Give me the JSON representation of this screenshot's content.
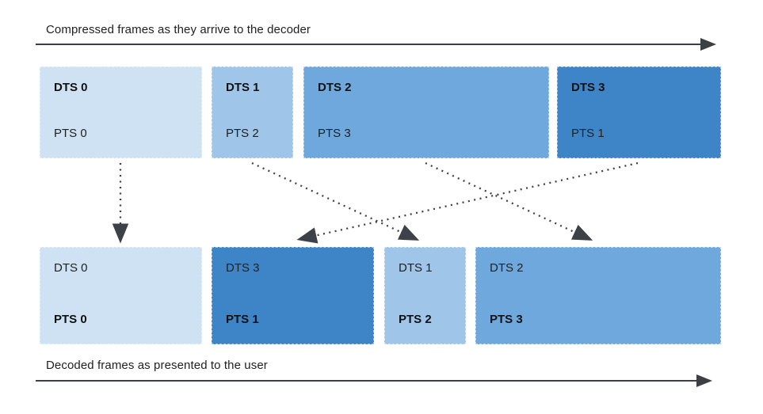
{
  "top_row": {
    "axis_label": "Compressed frames as they arrive to the decoder",
    "frames": [
      {
        "dts": "DTS 0",
        "pts": "PTS 0",
        "color": "#cfe2f3"
      },
      {
        "dts": "DTS 1",
        "pts": "PTS 2",
        "color": "#9fc5e8"
      },
      {
        "dts": "DTS 2",
        "pts": "PTS 3",
        "color": "#6fa8dc"
      },
      {
        "dts": "DTS 3",
        "pts": "PTS 1",
        "color": "#3d85c6"
      }
    ]
  },
  "bottom_row": {
    "axis_label": "Decoded frames as presented to the user",
    "frames": [
      {
        "dts": "DTS 0",
        "pts": "PTS 0",
        "color": "#cfe2f3"
      },
      {
        "dts": "DTS 3",
        "pts": "PTS 1",
        "color": "#3d85c6"
      },
      {
        "dts": "DTS 1",
        "pts": "PTS 2",
        "color": "#9fc5e8"
      },
      {
        "dts": "DTS 2",
        "pts": "PTS 3",
        "color": "#6fa8dc"
      }
    ]
  },
  "connections": [
    {
      "from": "top.0",
      "to": "bottom.0",
      "frame": "DTS 0 / PTS 0"
    },
    {
      "from": "top.1",
      "to": "bottom.2",
      "frame": "DTS 1 / PTS 2"
    },
    {
      "from": "top.2",
      "to": "bottom.3",
      "frame": "DTS 2 / PTS 3"
    },
    {
      "from": "top.3",
      "to": "bottom.1",
      "frame": "DTS 3 / PTS 1"
    }
  ],
  "palette": {
    "arrow_color": "#3c4043",
    "connector_color": "#3d4148",
    "text_color": "#212121"
  }
}
